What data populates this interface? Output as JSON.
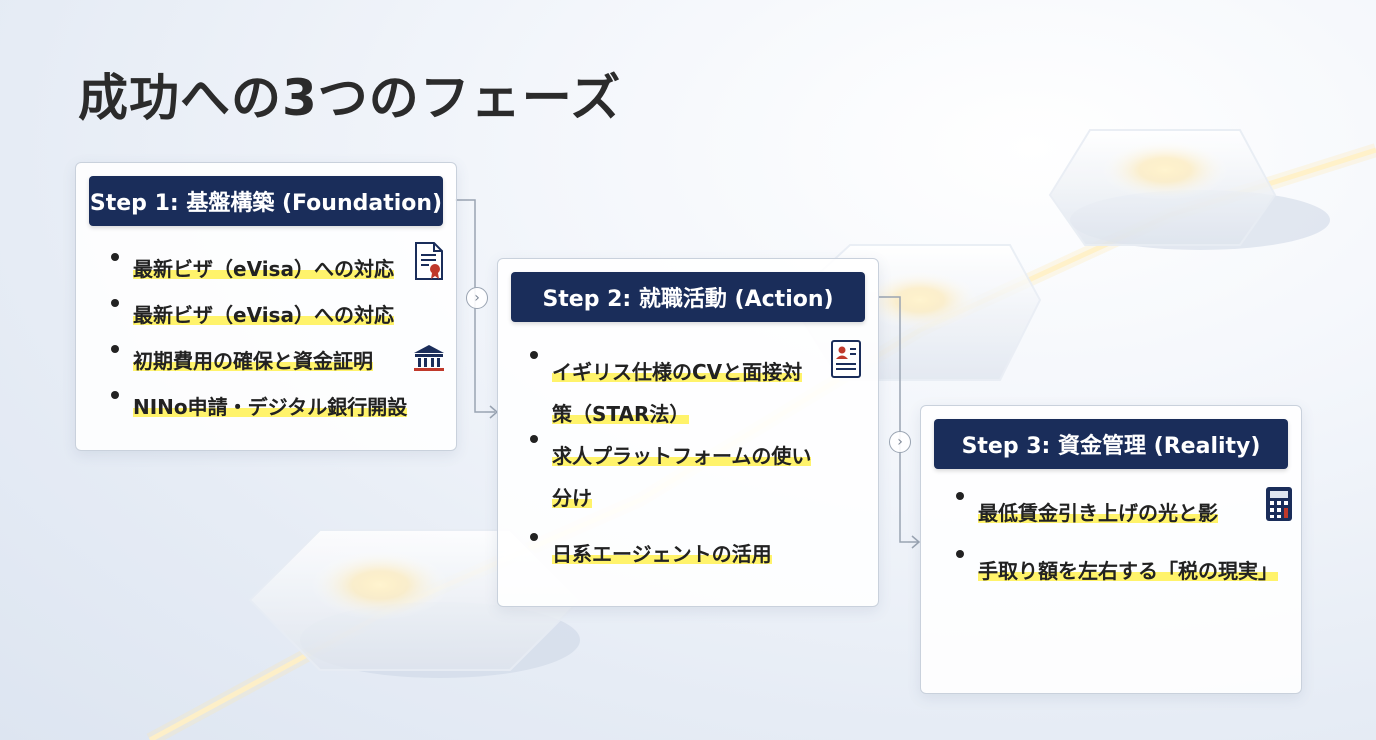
{
  "title": "成功への3つのフェーズ",
  "steps": [
    {
      "header": "Step 1: 基盤構築 (Foundation)",
      "items": [
        "最新ビザ（eVisa）への対応",
        "最新ビザ（eVisa）への対応",
        "初期費用の確保と資金証明",
        "NINo申請・デジタル銀行開設"
      ]
    },
    {
      "header": "Step 2: 就職活動 (Action)",
      "items": [
        "イギリス仕様のCVと面接対策（STAR法）",
        "求人プラットフォームの使い分け",
        "日系エージェントの活用"
      ]
    },
    {
      "header": "Step 3: 資金管理 (Reality)",
      "items": [
        "最低賃金引き上げの光と影",
        "手取り額を左右する「税の現実」"
      ]
    }
  ],
  "icons": {
    "certificate": "certificate-icon",
    "bank": "bank-icon",
    "resume": "resume-icon",
    "calculator": "calculator-icon",
    "arrow": "chevron-right-icon"
  },
  "colors": {
    "header_bg": "#1a2d5a",
    "highlight": "#fff36b",
    "title_text": "#2b2b2b"
  }
}
